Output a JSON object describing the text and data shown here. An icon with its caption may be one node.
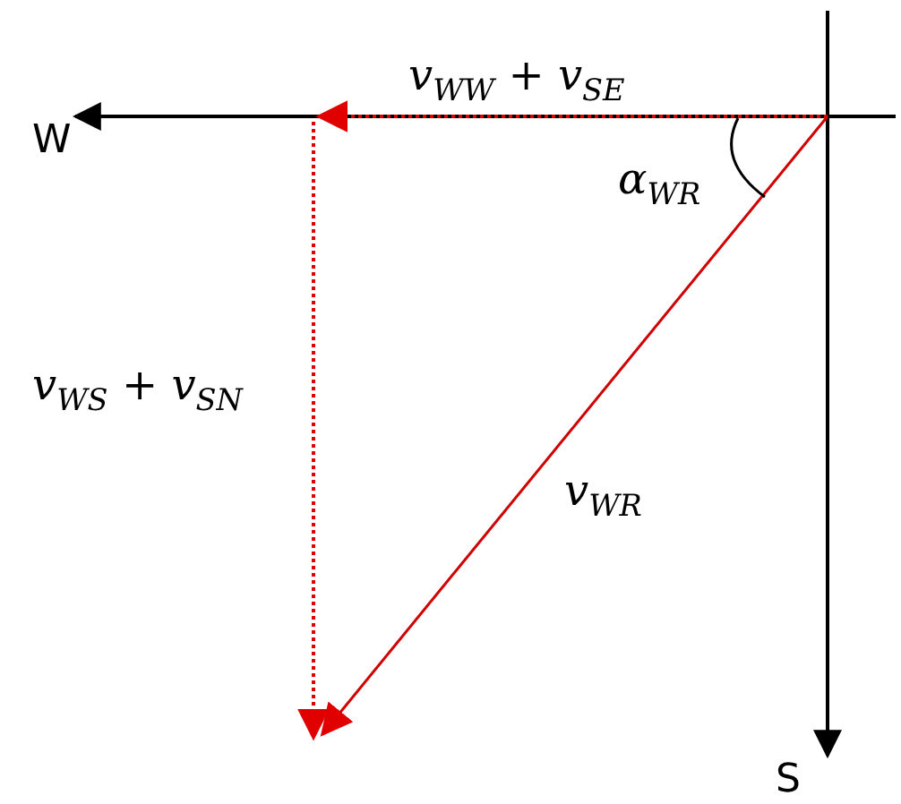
{
  "diagram": {
    "labels": [
      "W",
      "*v*$_{WW}$ + *v*$_{SE}$",
      "*α*$_{WR}$",
      "*v*$_{WS}$ + *v*$_{SN}$",
      "*v*$_{WR}$",
      "S"
    ]
  }
}
